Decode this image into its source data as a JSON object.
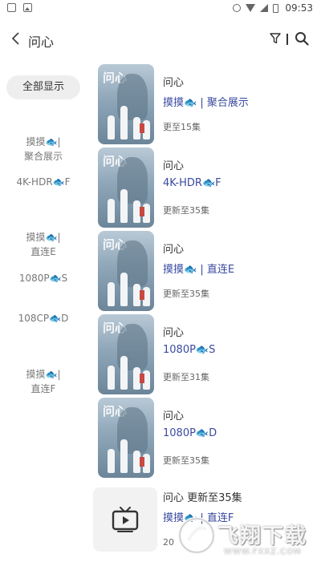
{
  "statusbar": {
    "time": "09:53"
  },
  "header": {
    "title": "问心"
  },
  "sidebar": {
    "items": [
      {
        "label": "全部显示"
      },
      {
        "label": "摸摸🐟|\n聚合展示"
      },
      {
        "label": "4K-HDR🐟F"
      },
      {
        "label": "摸摸🐟|\n直连E"
      },
      {
        "label": "1080P🐟S"
      },
      {
        "label": "108CP🐟D"
      },
      {
        "label": "摸摸🐟|\n直连F"
      }
    ]
  },
  "list": {
    "items": [
      {
        "title": "问心",
        "source": "摸摸🐟 | 聚合展示",
        "status": "更至15集"
      },
      {
        "title": "问心",
        "source": "4K-HDR🐟F",
        "status": "更新至35集"
      },
      {
        "title": "问心",
        "source": "摸摸🐟 | 直连E",
        "status": "更新至35集"
      },
      {
        "title": "问心",
        "source": "1080P🐟S",
        "status": "更新至31集"
      },
      {
        "title": "问心",
        "source": "1080P🐟D",
        "status": "更新至35集"
      },
      {
        "title": "问心 更新至35集",
        "source": "摸摸🐟 | 直连F",
        "status": "20"
      }
    ],
    "poster_title": "问心"
  },
  "watermark": {
    "text": "飞翔下载",
    "url": "WWW.FXXZ.COM"
  },
  "colors": {
    "accent": "#3a4aa0",
    "active_bg": "#eeeeee"
  }
}
